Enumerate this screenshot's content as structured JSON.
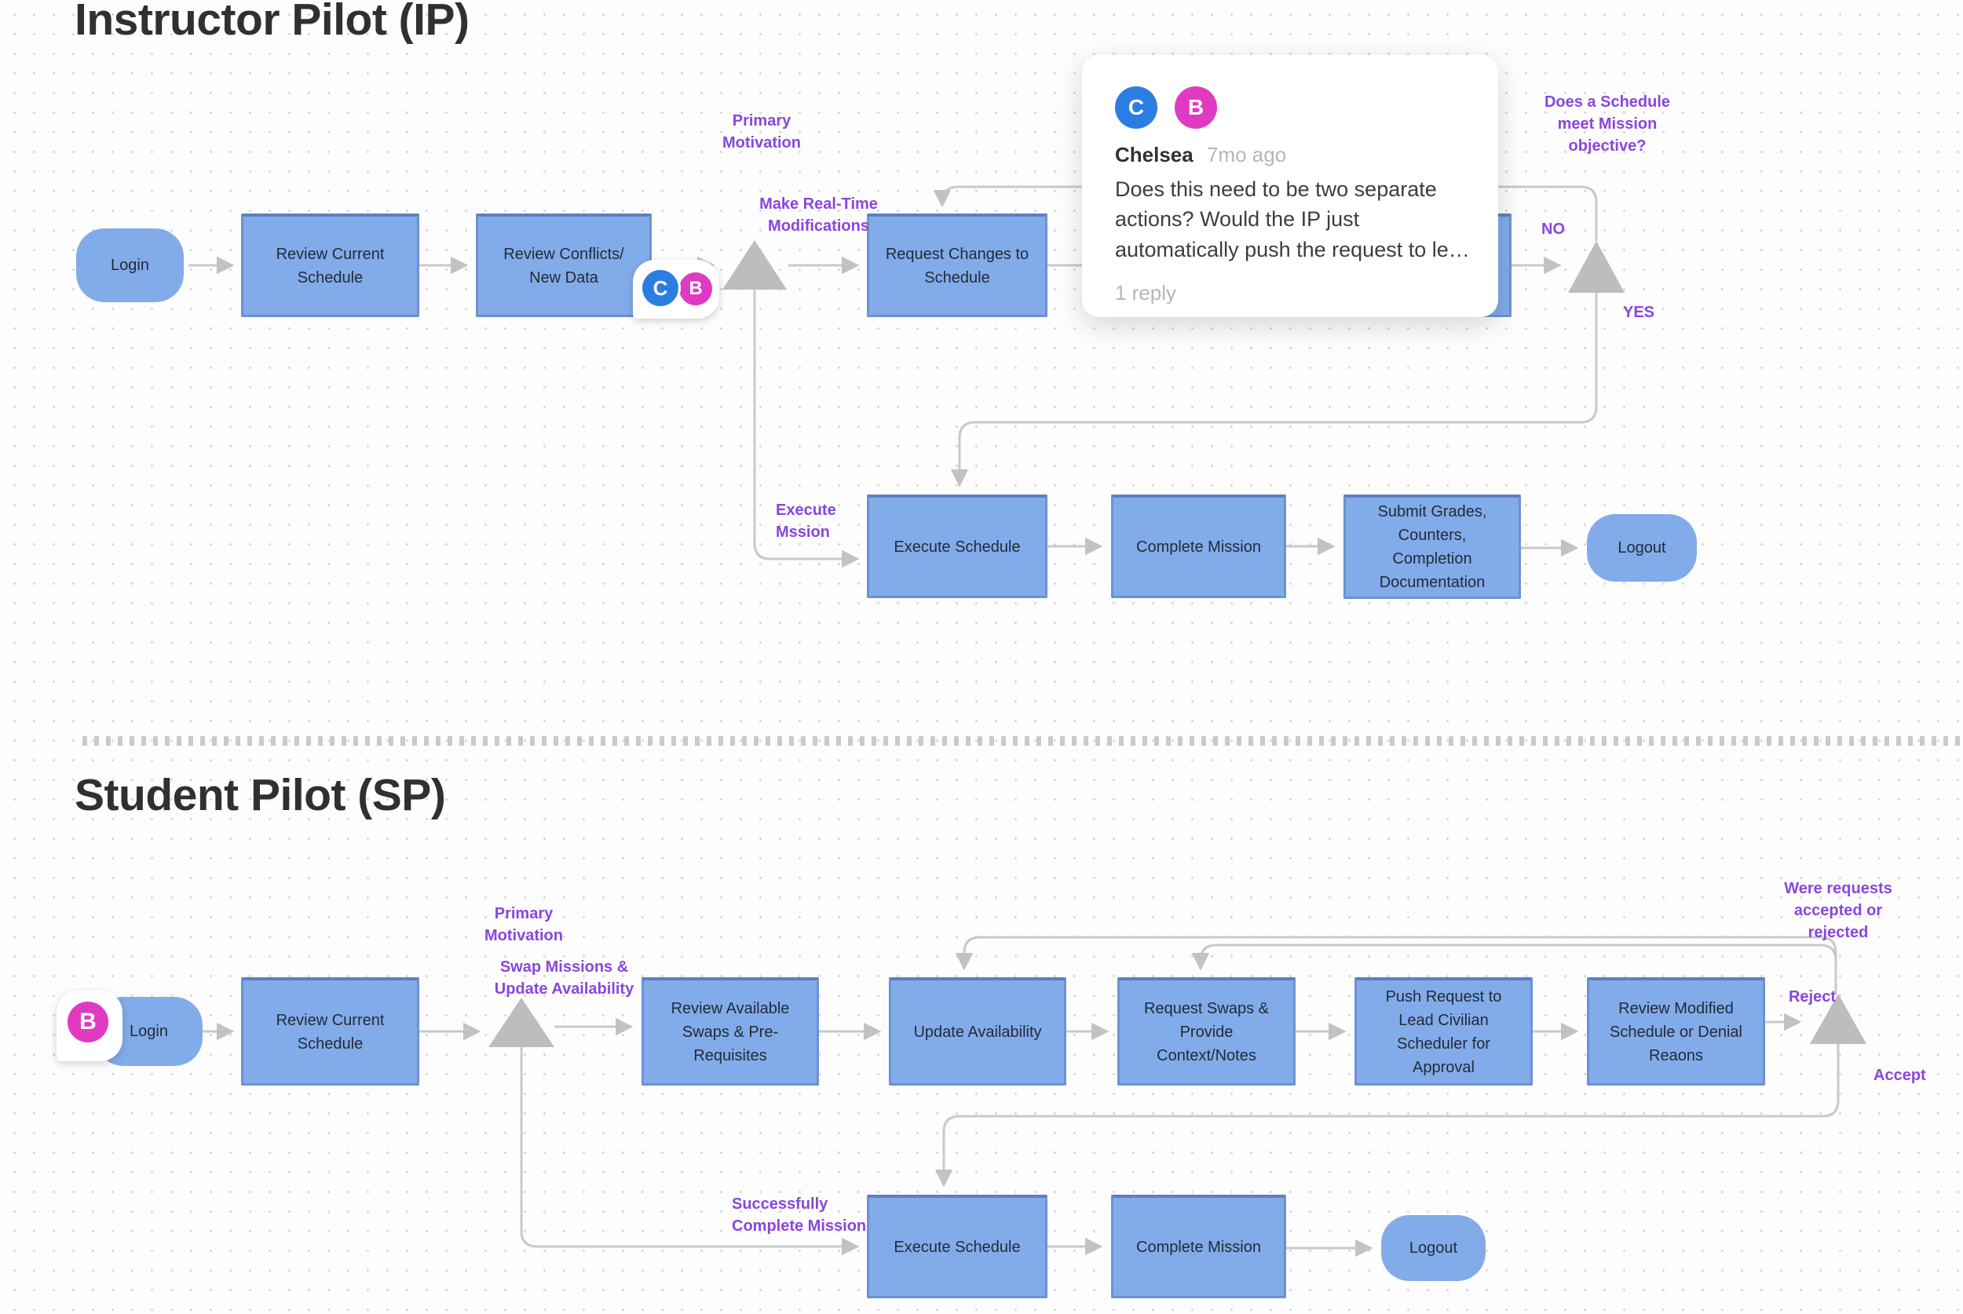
{
  "ip": {
    "title": "Instructor Pilot (IP)",
    "nodes": {
      "login": "Login",
      "review_current": "Review Current Schedule",
      "review_conflicts": "Review Conflicts/ New Data",
      "request_changes": "Request Changes to Schedule",
      "execute_schedule": "Execute Schedule",
      "complete_mission": "Complete Mission",
      "submit_grades": "Submit Grades, Counters, Completion Documentation",
      "logout": "Logout"
    },
    "labels": {
      "primary_motivation": "Primary Motivation",
      "make_realtime": "Make Real-Time Modifications",
      "execute_mission": "Execute Mssion",
      "decision_question": "Does a Schedule meet Mission objective?",
      "no": "NO",
      "yes": "YES"
    }
  },
  "sp": {
    "title": "Student Pilot (SP)",
    "nodes": {
      "login": "Login",
      "review_current": "Review Current Schedule",
      "review_available": "Review Available Swaps & Pre-Requisites",
      "update_availability": "Update Availability",
      "request_swaps": "Request Swaps & Provide Context/Notes",
      "push_request": "Push Request to Lead Civilian Scheduler for Approval",
      "review_modified": "Review Modified Schedule or Denial Reaons",
      "execute_schedule": "Execute Schedule",
      "complete_mission": "Complete Mission",
      "logout": "Logout"
    },
    "labels": {
      "primary_motivation": "Primary Motivation",
      "swap_missions": "Swap Missions & Update Availability",
      "were_requests": "Were requests accepted or rejected",
      "reject": "Reject",
      "accept": "Accept",
      "success_complete": "Successfully Complete Mission"
    }
  },
  "comment": {
    "avatars": [
      {
        "initial": "C",
        "color": "#2B7DE1"
      },
      {
        "initial": "B",
        "color": "#E13AC2"
      }
    ],
    "author": "Chelsea",
    "time": "7mo ago",
    "body": "Does this need to be two separate actions? Would the IP just automatically push the request to le…",
    "replies": "1 reply"
  },
  "markers": {
    "cb": {
      "a": "C",
      "b": "B"
    },
    "b": "B"
  },
  "colors": {
    "node_fill": "#82ABE9",
    "node_border": "#6C92D2",
    "label_purple": "#8A46DD",
    "arrow_gray": "#C9C9CB",
    "triangle_gray": "#BDBDC0",
    "avatar_blue": "#2B7DE1",
    "avatar_magenta": "#E13AC2"
  }
}
